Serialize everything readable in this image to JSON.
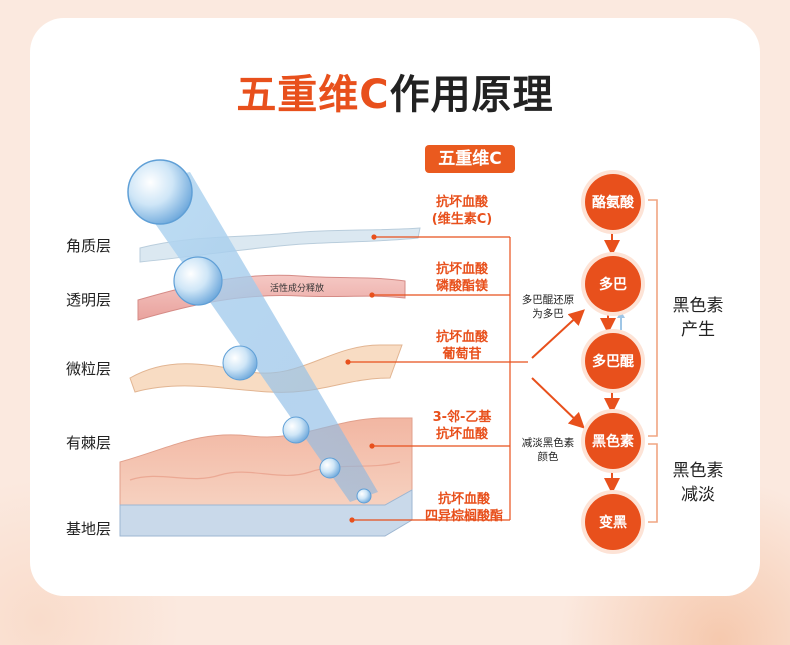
{
  "title": {
    "accent": "五重维C",
    "rest": "作用原理"
  },
  "badge": "五重维C",
  "layers": [
    "角质层",
    "透明层",
    "微粒层",
    "有棘层",
    "基地层"
  ],
  "ingredients": [
    {
      "line1": "抗坏血酸",
      "line2": "(维生素C)"
    },
    {
      "line1": "抗坏血酸",
      "line2": "磷酸酯镁"
    },
    {
      "line1": "抗坏血酸",
      "line2": "葡萄苷"
    },
    {
      "line1": "3-邻-乙基",
      "line2": "抗坏血酸"
    },
    {
      "line1": "抗坏血酸",
      "line2": "四异棕榈酸酯"
    }
  ],
  "layer_tag": "活性成分释放",
  "notes": {
    "reduce": {
      "line1": "多巴醌还原",
      "line2": "为多巴"
    },
    "lighten": {
      "line1": "减淡黑色素",
      "line2": "颜色"
    }
  },
  "steps": [
    "酪氨酸",
    "多巴",
    "多巴醌",
    "黑色素",
    "变黑"
  ],
  "stages": {
    "produce": {
      "line1": "黑色素",
      "line2": "产生"
    },
    "reduce": {
      "line1": "黑色素",
      "line2": "减淡"
    }
  },
  "colors": {
    "accent": "#e8501c",
    "bracket": "#f0a582",
    "beam": "#9ec8ea"
  }
}
